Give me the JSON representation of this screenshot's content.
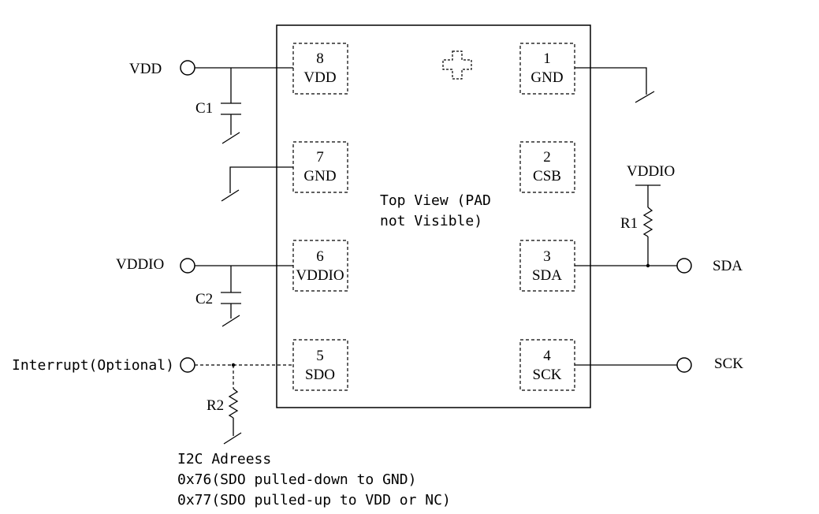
{
  "pins": [
    {
      "num": "8",
      "name": "VDD"
    },
    {
      "num": "7",
      "name": "GND"
    },
    {
      "num": "6",
      "name": "VDDIO"
    },
    {
      "num": "5",
      "name": "SDO"
    },
    {
      "num": "1",
      "name": "GND"
    },
    {
      "num": "2",
      "name": "CSB"
    },
    {
      "num": "3",
      "name": "SDA"
    },
    {
      "num": "4",
      "name": "SCK"
    }
  ],
  "chip": {
    "top_view_line1": "Top View (PAD",
    "top_view_line2": "not Visible)"
  },
  "terminals": {
    "vdd": "VDD",
    "vddio": "VDDIO",
    "interrupt": "Interrupt(Optional)",
    "sda": "SDA",
    "sck": "SCK",
    "vddio_supply": "VDDIO"
  },
  "components": {
    "c1": "C1",
    "c2": "C2",
    "r1": "R1",
    "r2": "R2"
  },
  "notes": [
    "I2C Adreess",
    "0x76(SDO pulled-down to GND)",
    "0x77(SDO pulled-up to VDD or NC)"
  ]
}
